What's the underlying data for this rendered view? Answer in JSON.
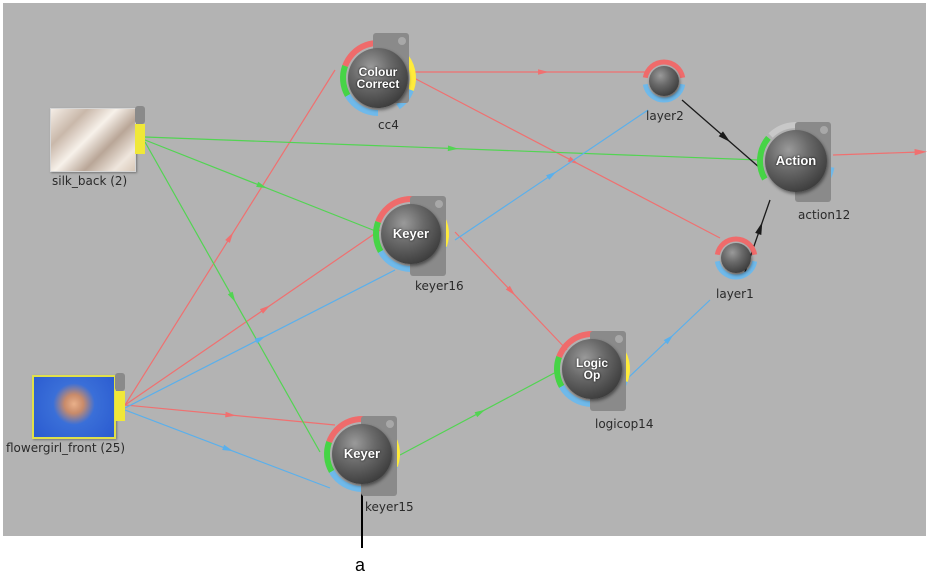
{
  "nodes": {
    "colour_correct": {
      "title_line1": "Colour",
      "title_line2": "Correct",
      "label": "cc4"
    },
    "keyer16": {
      "title": "Keyer",
      "label": "keyer16"
    },
    "keyer15": {
      "title": "Keyer",
      "label": "keyer15"
    },
    "logic_op": {
      "title_line1": "Logic",
      "title_line2": "Op",
      "label": "logicop14"
    },
    "action": {
      "title": "Action",
      "label": "action12"
    },
    "layer2": {
      "label": "layer2"
    },
    "layer1": {
      "label": "layer1"
    }
  },
  "sources": {
    "silk": {
      "label": "silk_back (2)"
    },
    "flower": {
      "label": "flowergirl_front (25)"
    }
  },
  "callout": {
    "text": "a"
  },
  "colors": {
    "background": "#b3b3b3",
    "red_link": "#f07070",
    "green_link": "#52d452",
    "blue_link": "#5ab0ec",
    "black_link": "#1a1a1a",
    "ring_red": "#ef6b6b",
    "ring_green": "#46d446",
    "ring_yellow": "#ffeb3b",
    "ring_blue": "#6fb9ea"
  }
}
